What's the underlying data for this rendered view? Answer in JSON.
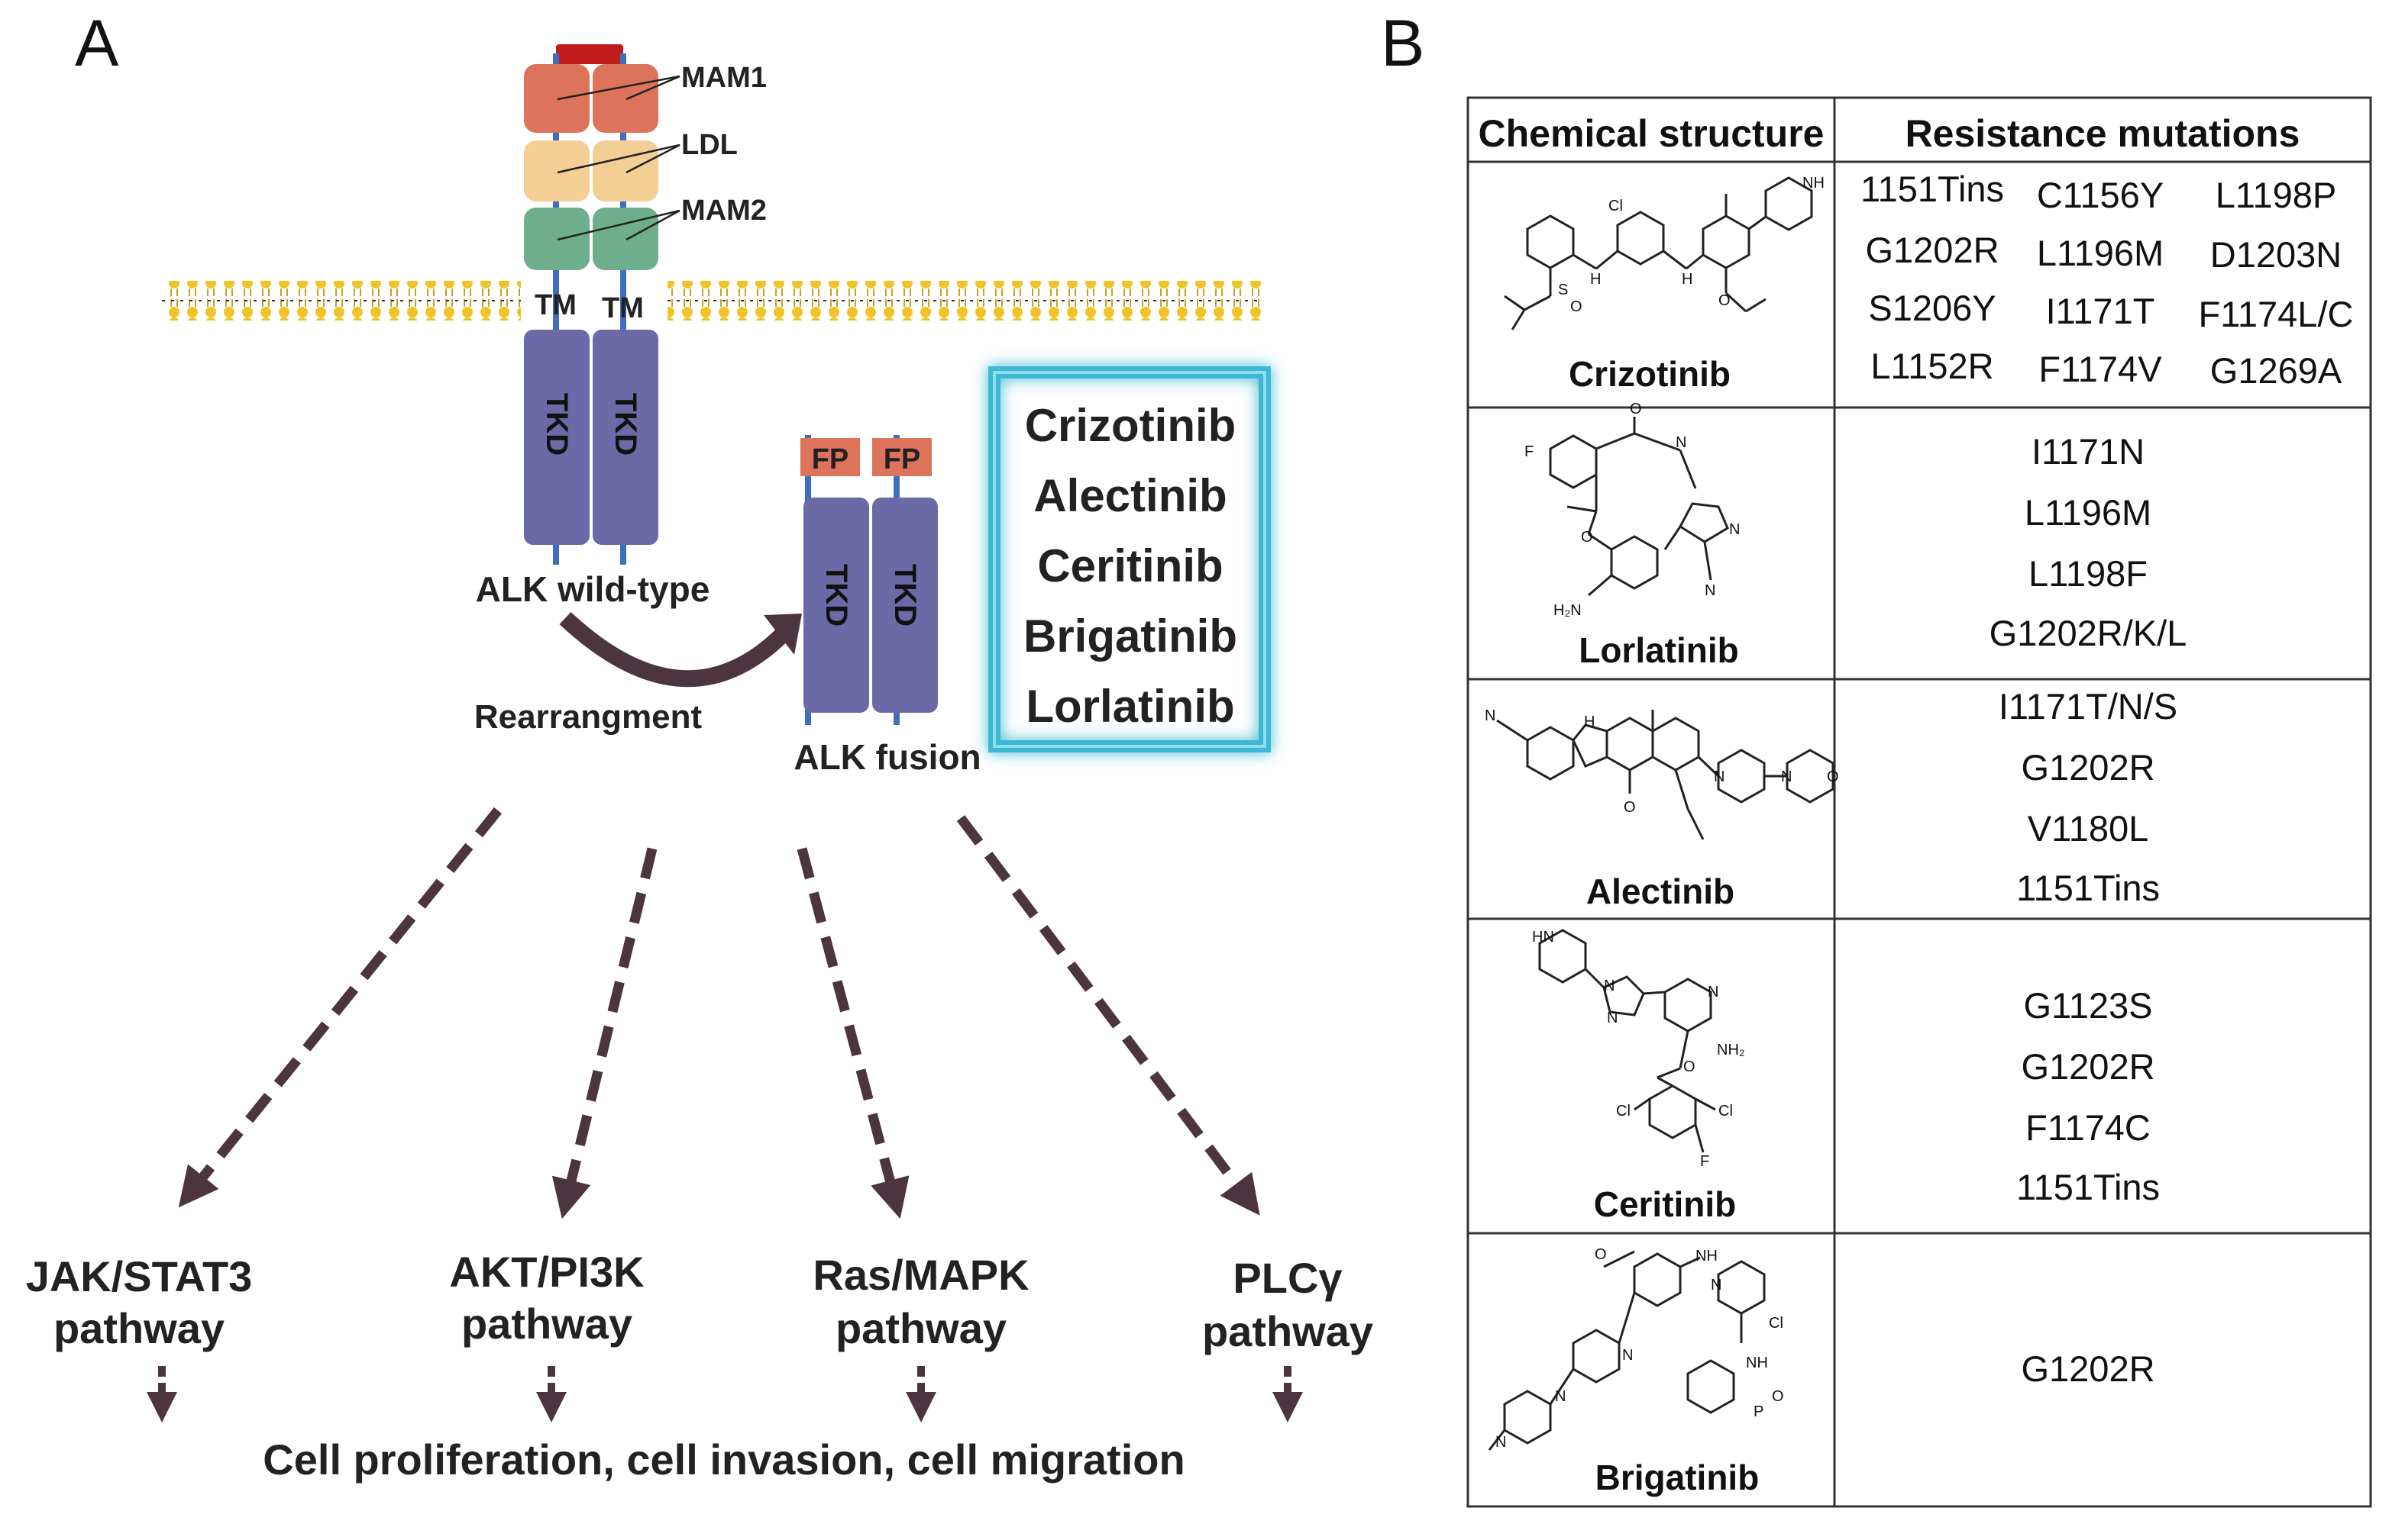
{
  "panel_a": {
    "letter": "A",
    "domains": {
      "mam1": "MAM1",
      "ldl": "LDL",
      "mam2": "MAM2",
      "tm": "TM",
      "tkd": "TKD",
      "fp": "FP"
    },
    "wildtype_label": "ALK wild-type",
    "rearrangement_label": "Rearrangment",
    "fusion_label": "ALK fusion",
    "drugs": [
      "Crizotinib",
      "Alectinib",
      "Ceritinib",
      "Brigatinib",
      "Lorlatinib"
    ],
    "pathways": [
      {
        "line1": "JAK/STAT3",
        "line2": "pathway"
      },
      {
        "line1": "AKT/PI3K",
        "line2": "pathway"
      },
      {
        "line1": "Ras/MAPK",
        "line2": "pathway"
      },
      {
        "line1": "PLCγ",
        "line2": "pathway"
      }
    ],
    "outcome": "Cell proliferation, cell invasion, cell migration"
  },
  "panel_b": {
    "letter": "B",
    "headers": {
      "structure": "Chemical structure",
      "mutations": "Resistance mutations"
    },
    "rows": [
      {
        "name": "Crizotinib",
        "mutations": [
          "1151Tins",
          "C1156Y",
          "L1198P",
          "G1202R",
          "L1196M",
          "D1203N",
          "S1206Y",
          "I1171T",
          "F1174L/C",
          "L1152R",
          "F1174V",
          "G1269A"
        ]
      },
      {
        "name": "Lorlatinib",
        "mutations": [
          "I1171N",
          "L1196M",
          "L1198F",
          "G1202R/K/L"
        ]
      },
      {
        "name": "Alectinib",
        "mutations": [
          "I1171T/N/S",
          "G1202R",
          "V1180L",
          "1151Tins"
        ]
      },
      {
        "name": "Ceritinib",
        "mutations": [
          "G1123S",
          "G1202R",
          "F1174C",
          "1151Tins"
        ]
      },
      {
        "name": "Brigatinib",
        "mutations": [
          "G1202R"
        ]
      }
    ],
    "atoms": {
      "cl": "Cl",
      "h": "H",
      "n": "N",
      "nh": "NH",
      "hn": "HN",
      "o": "O",
      "s": "S",
      "f": "F",
      "p": "P",
      "h2n": "H₂N",
      "nh2": "NH₂"
    }
  },
  "colors": {
    "mam": "#dc735a",
    "ldl": "#f3cf96",
    "mam2": "#6fae8c",
    "tkd": "#6b6aa6",
    "stem": "#3f6ec0",
    "cap": "#c01c1c",
    "fp": "#dc735a",
    "lipid": "#f0c428",
    "arrow": "#4d3540",
    "drugbox": "#3db8d3"
  }
}
